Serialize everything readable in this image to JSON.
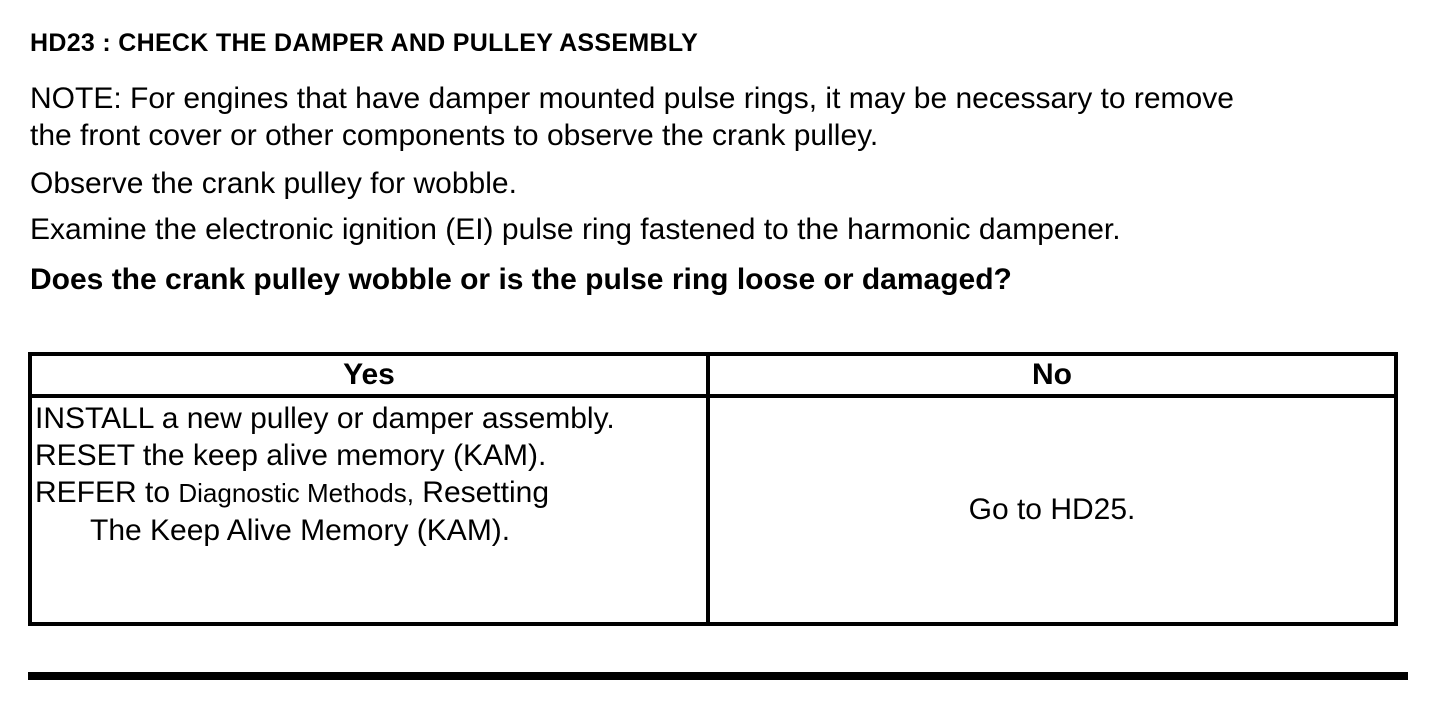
{
  "colors": {
    "text": "#000000",
    "background": "#ffffff"
  },
  "document": {
    "heading": "HD23 : CHECK THE DAMPER AND PULLEY ASSEMBLY",
    "note": {
      "line1": "NOTE: For engines that have damper mounted pulse rings, it may be necessary to remove",
      "line2": "the front cover or other components to observe the crank pulley."
    },
    "instruction_observe": "Observe the crank pulley for wobble.",
    "instruction_examine": "Examine the electronic ignition (EI) pulse ring fastened to the harmonic dampener.",
    "question": "Does the crank pulley wobble or is the pulse ring loose or damaged?",
    "decision_table": {
      "header_yes": "Yes",
      "header_no": "No",
      "yes_cell": {
        "line1": "INSTALL a new pulley or damper assembly.",
        "line2": "RESET the keep alive memory (KAM).",
        "line3_prefix": "REFER to ",
        "line3_reference": "Diagnostic Methods,",
        "line3_suffix": " Resetting",
        "line4": "The Keep Alive Memory (KAM)."
      },
      "no_cell": "Go to HD25."
    }
  }
}
